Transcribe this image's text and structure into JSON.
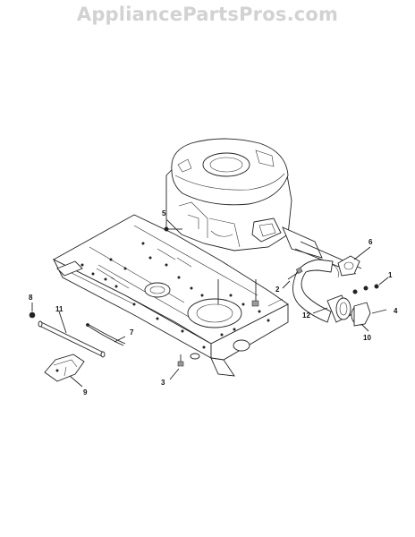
{
  "watermark": "AppliancePartsPros.com",
  "callouts": [
    "1",
    "2",
    "3",
    "4",
    "5",
    "6",
    "7",
    "8",
    "9",
    "10",
    "11",
    "12"
  ]
}
